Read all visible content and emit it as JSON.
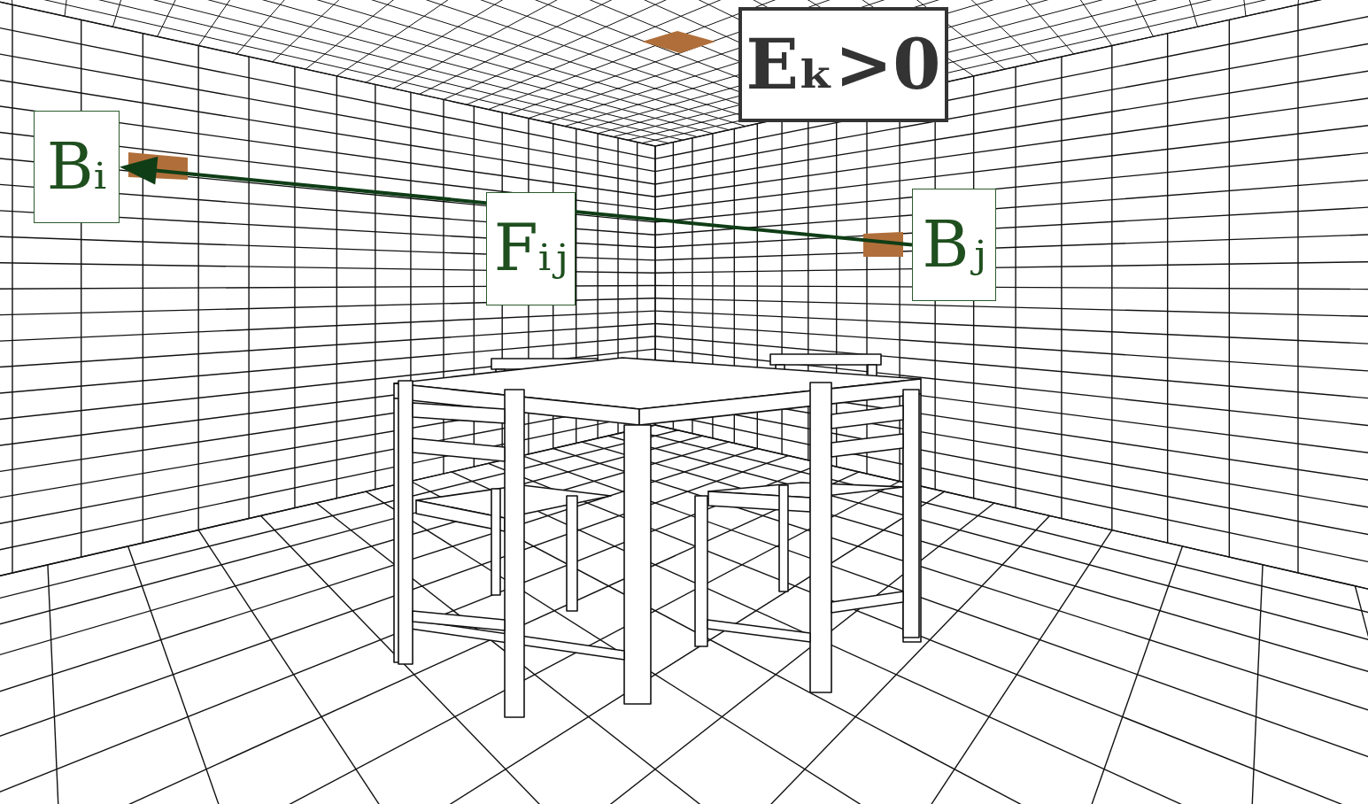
{
  "diagram": {
    "nodes": [
      {
        "text": [
          "Eₖ>0"
        ]
      },
      {
        "text": [
          "Bᵢ"
        ]
      },
      {
        "text": [
          "Bⱼ"
        ]
      }
    ],
    "edges": [
      {
        "from": 2,
        "to": 1,
        "label": "Fᵢⱼ",
        "arrow": "to"
      }
    ]
  }
}
